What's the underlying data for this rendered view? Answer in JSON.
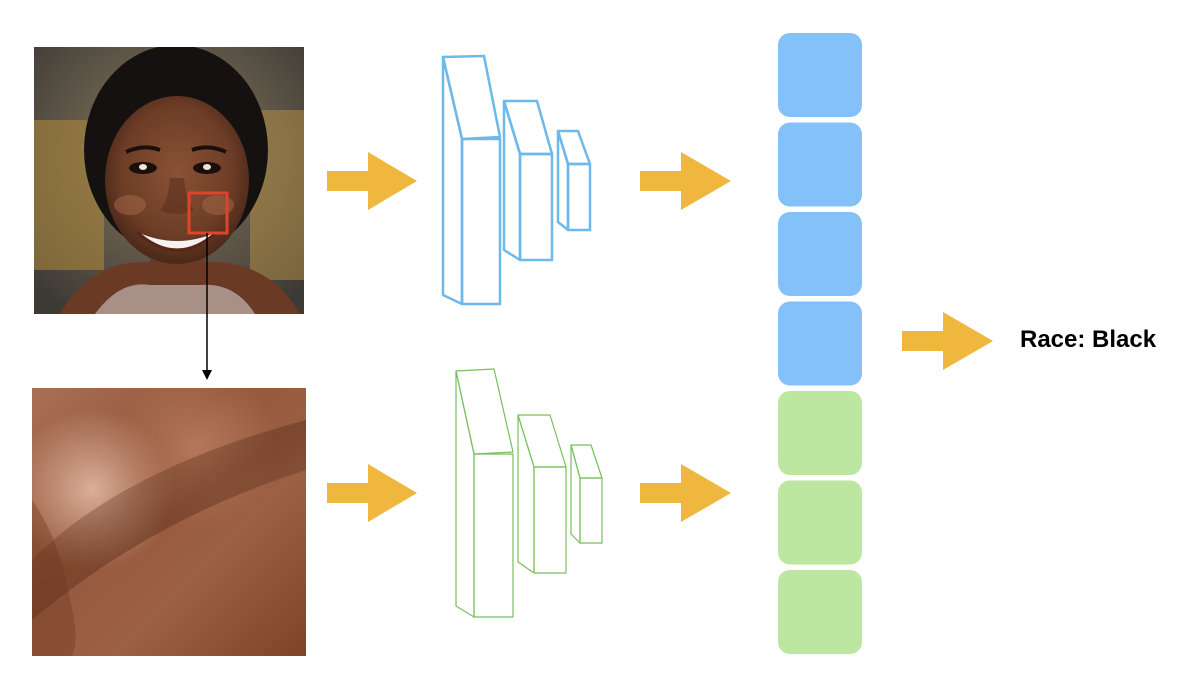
{
  "result": {
    "label": "Race: Black"
  },
  "colors": {
    "arrow": "#EFB73E",
    "blue_network": "#6FB8EA",
    "green_network": "#79BF5C",
    "blue_feature": "#84C1F9",
    "green_feature": "#BDE6A1",
    "crop_box": "#E0442B",
    "connector": "#000000"
  },
  "feature_vector": {
    "blue_blocks": 4,
    "green_blocks": 3
  },
  "icons": {
    "face_photo": "face-photo-illustration",
    "skin_patch": "skin-texture-patch",
    "arrow": "thick-right-arrow",
    "cnn": "cnn-layer-stack"
  }
}
